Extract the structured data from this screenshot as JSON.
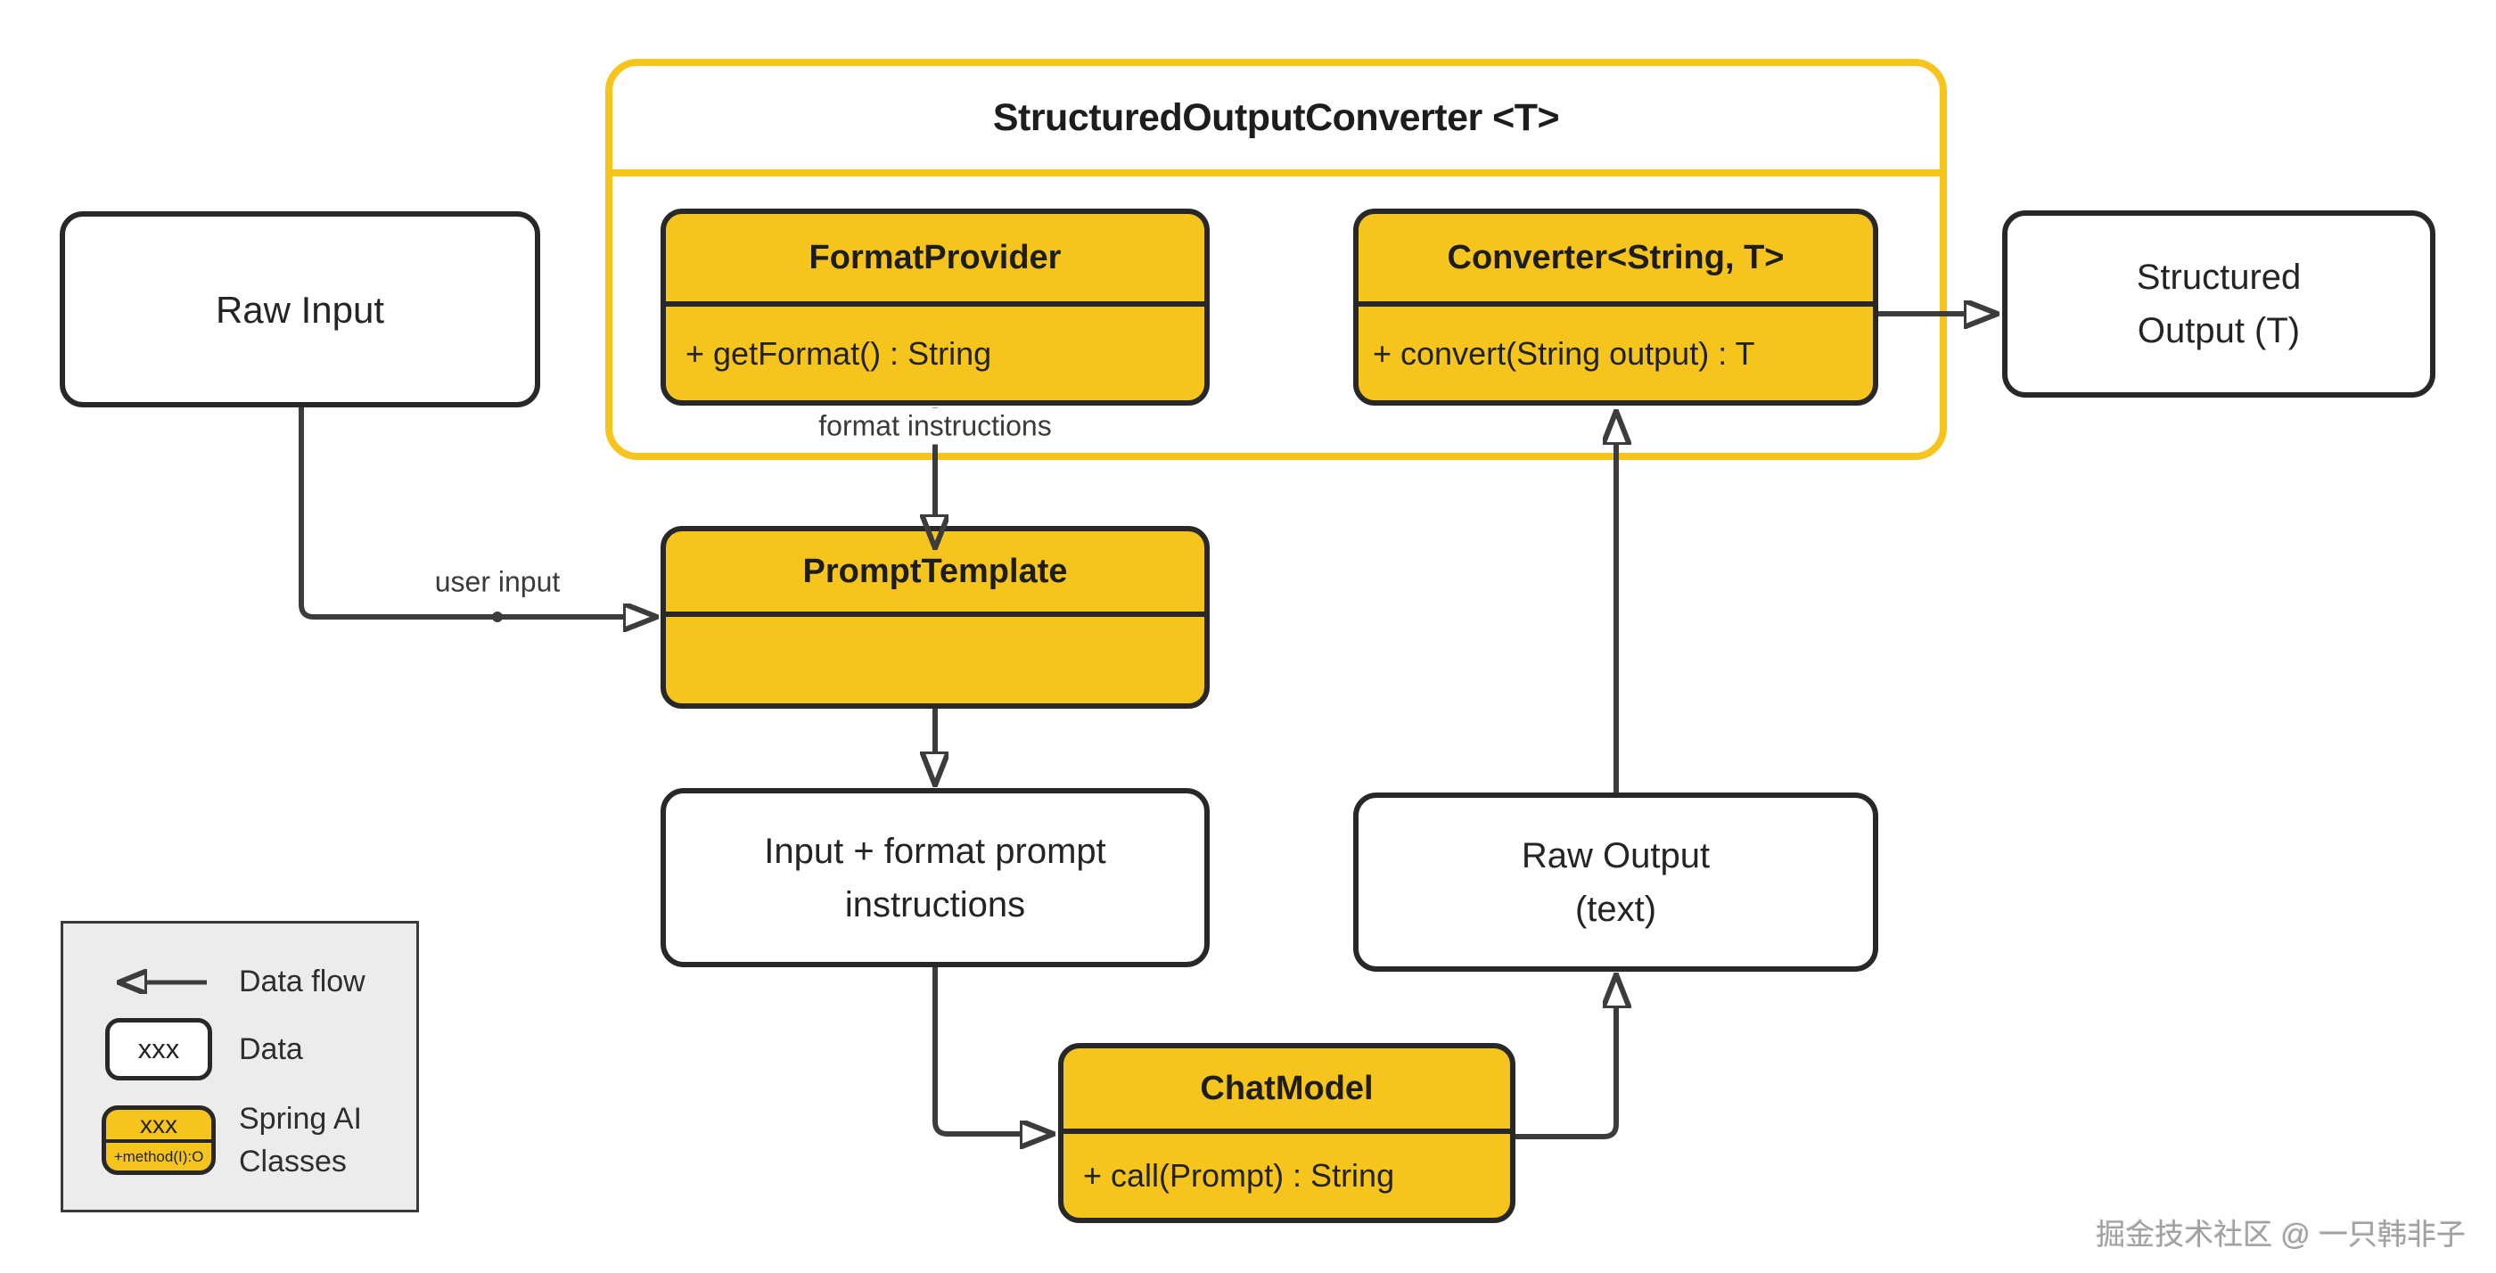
{
  "diagram": {
    "container": {
      "title": "StructuredOutputConverter <T>"
    },
    "classes": {
      "format_provider": {
        "title": "FormatProvider",
        "method": "+ getFormat() : String"
      },
      "converter": {
        "title": "Converter<String, T>",
        "method": "+ convert(String output) : T"
      },
      "prompt_template": {
        "title": "PromptTemplate",
        "method": ""
      },
      "chat_model": {
        "title": "ChatModel",
        "method": "+ call(Prompt) : String"
      }
    },
    "data_nodes": {
      "raw_input": {
        "label": "Raw Input"
      },
      "structured_output": {
        "line1": "Structured",
        "line2": "Output (T)"
      },
      "input_format": {
        "line1": "Input + format prompt",
        "line2": "instructions"
      },
      "raw_output": {
        "line1": "Raw Output",
        "line2": "(text)"
      }
    },
    "edge_labels": {
      "format_instructions": "format instructions",
      "user_input": "user input"
    }
  },
  "legend": {
    "data_flow_label": "Data flow",
    "data_box_text": "xxx",
    "data_label": "Data",
    "spring_box_title": "xxx",
    "spring_box_method": "+method(I):O",
    "spring_label_line1": "Spring AI",
    "spring_label_line2": "Classes"
  },
  "watermark": "掘金技术社区 @ 一只韩非子",
  "colors": {
    "accent_yellow": "#F5C41D",
    "border_dark": "#282828",
    "arrow": "#3C3C3C",
    "legend_background": "#ECECEC"
  }
}
